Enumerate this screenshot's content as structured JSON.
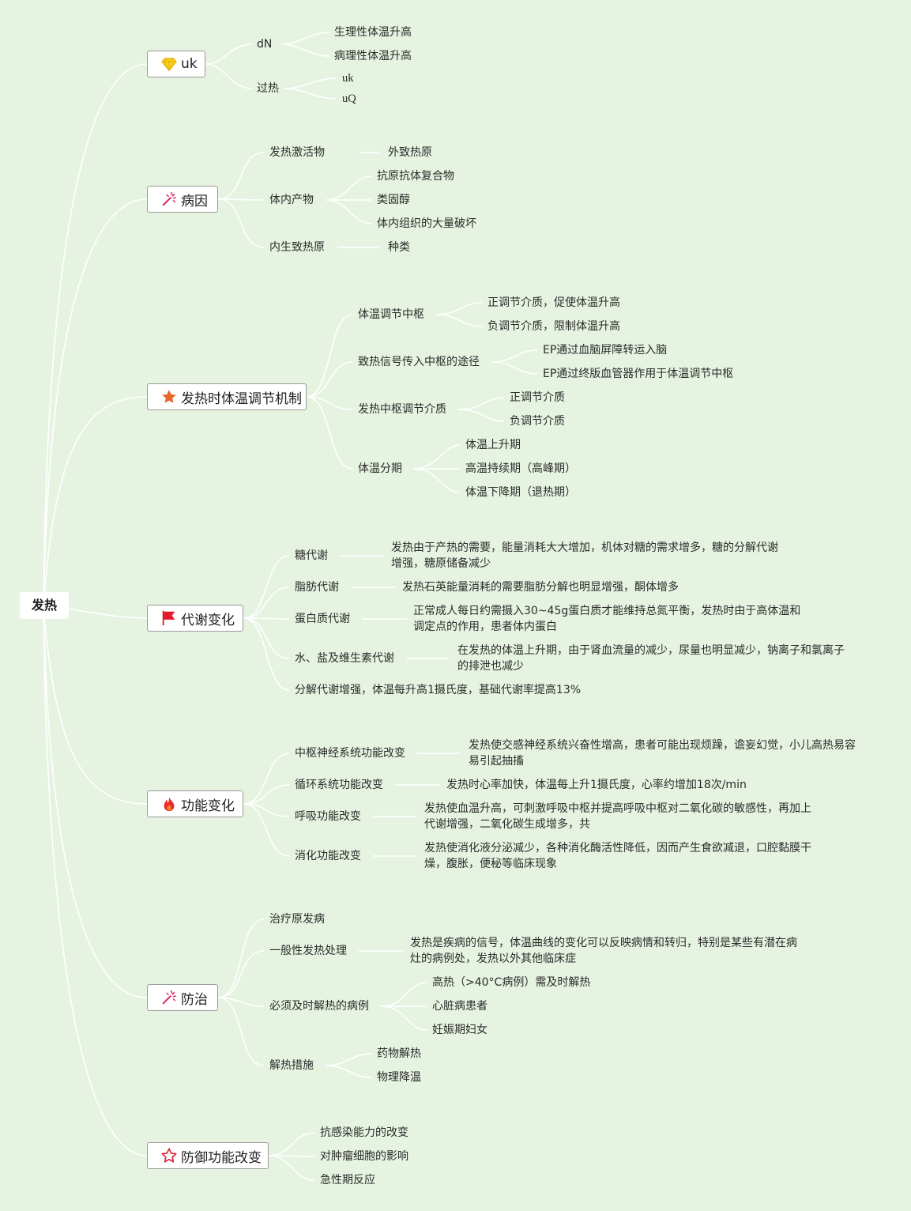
{
  "root": {
    "label": "发热"
  },
  "branches": {
    "uk": {
      "label": "uk",
      "icon": "gem-icon",
      "dN": "dN",
      "dN_children": [
        "生理性体温升高",
        "病理性体温升高"
      ],
      "overheat": "过热",
      "overheat_children": [
        "uk",
        "uQ"
      ]
    },
    "cause": {
      "label": "病因",
      "icon": "magic-wand-icon",
      "activator": "发热激活物",
      "activator_child": "外致热原",
      "internal_products": "体内产物",
      "internal_children": [
        "抗原抗体复合物",
        "类固醇",
        "体内组织的大量破坏"
      ],
      "endogenous_pyrogen": "内生致热原",
      "endogenous_child": "种类"
    },
    "mechanism": {
      "label": "发热时体温调节机制",
      "icon": "star-icon",
      "center": "体温调节中枢",
      "center_children": [
        "正调节介质，促使体温升高",
        "负调节介质，限制体温升高"
      ],
      "pathway": "致热信号传入中枢的途径",
      "pathway_children": [
        "EP通过血脑屏障转运入脑",
        "EP通过终版血管器作用于体温调节中枢"
      ],
      "mediator": "发热中枢调节介质",
      "mediator_children": [
        "正调节介质",
        "负调节介质"
      ],
      "stages": "体温分期",
      "stages_children": [
        "体温上升期",
        "高温持续期（高峰期）",
        "体温下降期（退热期）"
      ]
    },
    "metabolism": {
      "label": "代谢变化",
      "icon": "flag-icon",
      "sugar": "糖代谢",
      "sugar_desc": "发热由于产热的需要，能量消耗大大增加，机体对糖的需求增多，糖的分解代谢增强，糖原储备减少",
      "fat": "脂肪代谢",
      "fat_desc": "发热石英能量消耗的需要脂肪分解也明显增强，酮体增多",
      "protein": "蛋白质代谢",
      "protein_desc": "正常成人每日约需摄入30~45g蛋白质才能维持总氮平衡，发热时由于高体温和调定点的作用，患者体内蛋白",
      "water": "水、盐及维生素代谢",
      "water_desc": "在发热的体温上升期，由于肾血流量的减少，尿量也明显减少，钠离子和氯离子的排泄也减少",
      "catabolism": "分解代谢增强，体温每升高1摄氏度，基础代谢率提高13%"
    },
    "function": {
      "label": "功能变化",
      "icon": "fire-icon",
      "cns": "中枢神经系统功能改变",
      "cns_desc": "发热使交感神经系统兴奋性增高，患者可能出现烦躁，谵妄幻觉，小儿高热易容易引起抽搐",
      "circulation": "循环系统功能改变",
      "circulation_desc": "发热时心率加快，体温每上升1摄氏度，心率约增加18次/min",
      "respiration": "呼吸功能改变",
      "respiration_desc": "发热使血温升高，可刺激呼吸中枢并提高呼吸中枢对二氧化碳的敏感性，再加上代谢增强，二氧化碳生成增多，共",
      "digestion": "消化功能改变",
      "digestion_desc": "发热使消化液分泌减少，各种消化酶活性降低，因而产生食欲减退，口腔黏膜干燥，腹胀，便秘等临床现象"
    },
    "prevention": {
      "label": "防治",
      "icon": "magic-wand-icon",
      "treat_primary": "治疗原发病",
      "general": "一般性发热处理",
      "general_desc": "发热是疾病的信号，体温曲线的变化可以反映病情和转归，特别是某些有潜在病灶的病例处，发热以外其他临床症",
      "must": "必须及时解热的病例",
      "must_children": [
        "高热（>40°C病例）需及时解热",
        "心脏病患者",
        "妊娠期妇女"
      ],
      "measures": "解热措施",
      "measures_children": [
        "药物解热",
        "物理降温"
      ]
    },
    "defense": {
      "label": "防御功能改变",
      "icon": "star-outline-icon",
      "children": [
        "抗感染能力的改变",
        "对肿瘤细胞的影响",
        "急性期反应"
      ]
    }
  }
}
